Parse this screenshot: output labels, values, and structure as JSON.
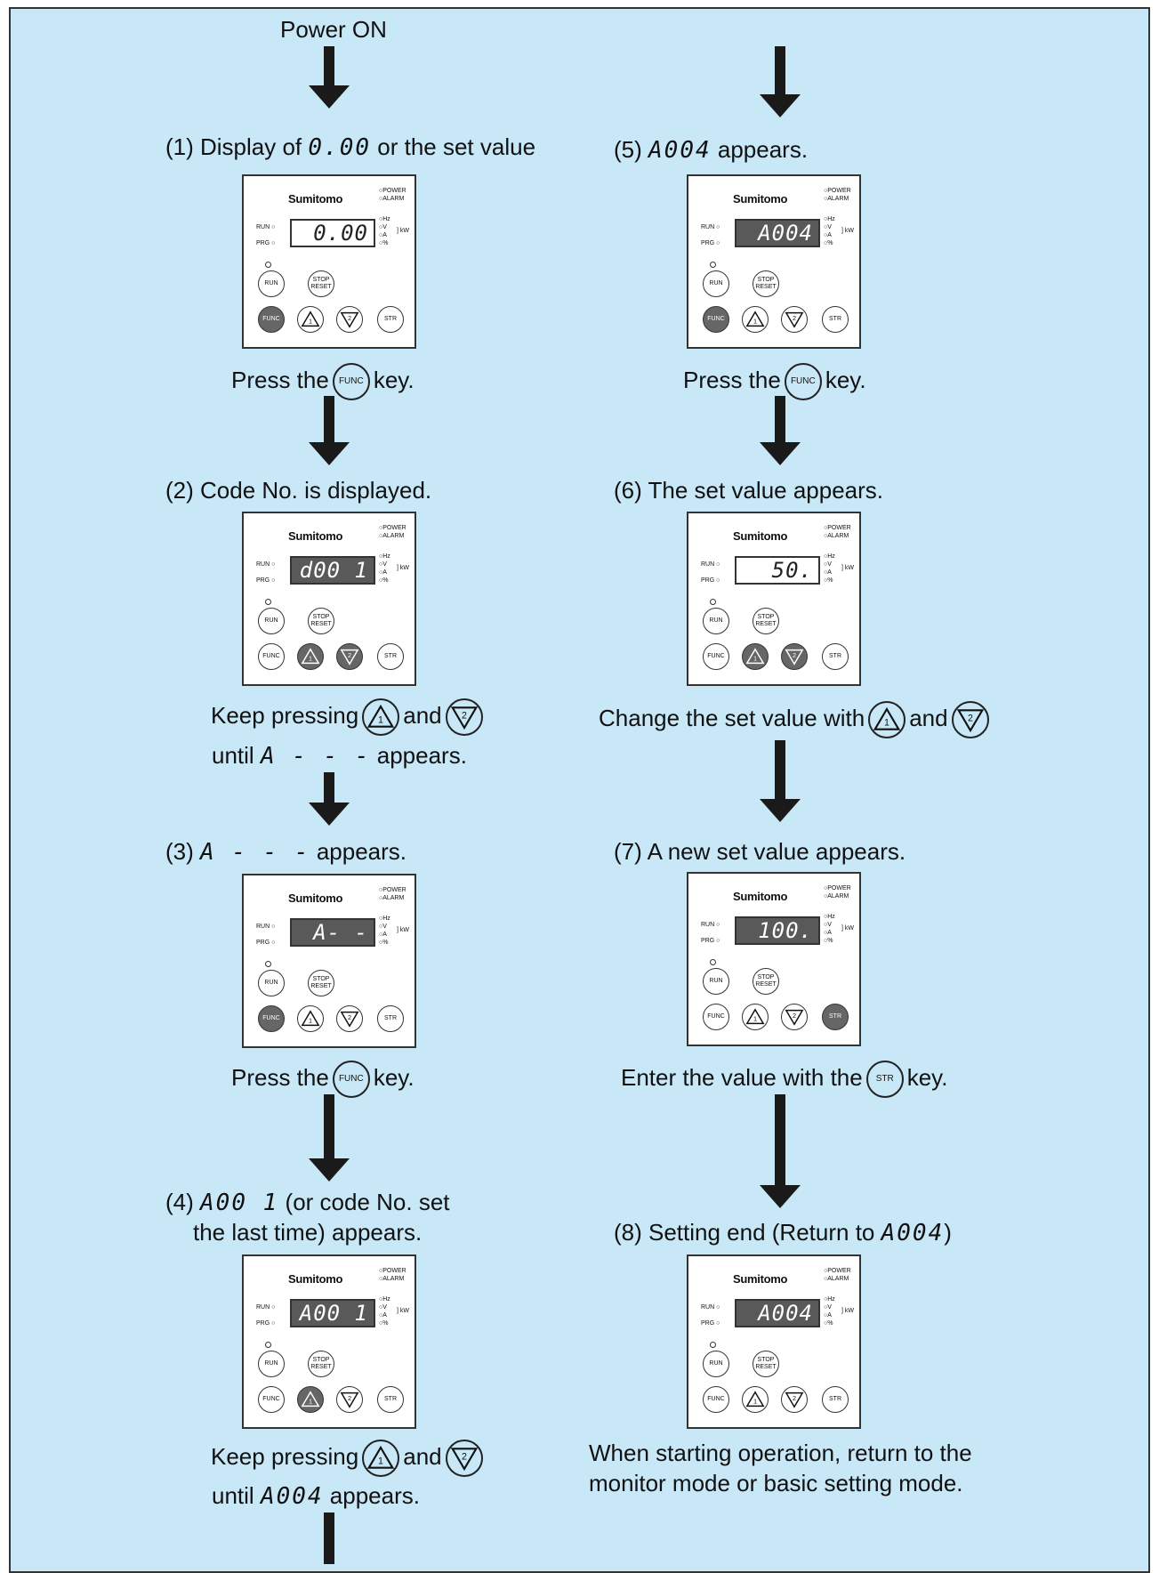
{
  "left": {
    "power_on": "Power ON",
    "step1_prefix": "(1) Display of",
    "step1_seg": "0.00",
    "step1_suffix": "or the set value",
    "press1_a": "Press the",
    "press1_b": "key.",
    "step2": "(2) Code No. is displayed.",
    "keep1_a": "Keep pressing",
    "keep1_b": "and",
    "until1_a": "until",
    "until1_seg": "A - - -",
    "until1_b": "appears.",
    "step3_prefix": "(3)",
    "step3_seg": "A - - -",
    "step3_suffix": "appears.",
    "press3_a": "Press the",
    "press3_b": "key.",
    "step4_prefix": "(4)",
    "step4_seg": "A00 1",
    "step4_suffix": "(or code No. set",
    "step4_line2": "the last time) appears.",
    "keep4_a": "Keep pressing",
    "keep4_b": "and",
    "until4_a": "until",
    "until4_seg": "A004",
    "until4_b": "appears."
  },
  "right": {
    "step5_prefix": "(5)",
    "step5_seg": "A004",
    "step5_suffix": "appears.",
    "press5_a": "Press the",
    "press5_b": "key.",
    "step6": "(6) The set value appears.",
    "change_a": "Change the set value with",
    "change_b": "and",
    "step7": "(7) A new set value appears.",
    "enter_a": "Enter the value with the",
    "enter_b": "key.",
    "step8_prefix": "(8) Setting end (Return to",
    "step8_seg": "A004",
    "step8_suffix": ")",
    "note_line1": "When starting operation, return to the",
    "note_line2": "monitor mode or basic setting mode."
  },
  "panel_labels": {
    "brand": "Sumitomo",
    "power": "POWER",
    "alarm": "ALARM",
    "hz": "Hz",
    "v": "V",
    "a": "A",
    "pct": "%",
    "kw": "kW",
    "run_led": "RUN",
    "prg_led": "PRG",
    "run_key": "RUN",
    "stop_key": "STOP RESET",
    "func_key": "FUNC",
    "str_key": "STR",
    "up_key_num": "1",
    "down_key_num": "2"
  },
  "panels": [
    {
      "display": "0.00",
      "dark": false,
      "pressed": [
        "func"
      ]
    },
    {
      "display": "d00 1",
      "dark": true,
      "pressed": [
        "up",
        "down"
      ]
    },
    {
      "display": "A- - -",
      "dark": true,
      "pressed": [
        "func"
      ]
    },
    {
      "display": "A00 1",
      "dark": true,
      "pressed": [
        "up"
      ]
    },
    {
      "display": "A004",
      "dark": true,
      "pressed": [
        "func"
      ]
    },
    {
      "display": "50.",
      "dark": false,
      "pressed": [
        "up",
        "down"
      ]
    },
    {
      "display": "100.",
      "dark": true,
      "pressed": [
        "str"
      ]
    },
    {
      "display": "A004",
      "dark": true,
      "pressed": []
    }
  ]
}
